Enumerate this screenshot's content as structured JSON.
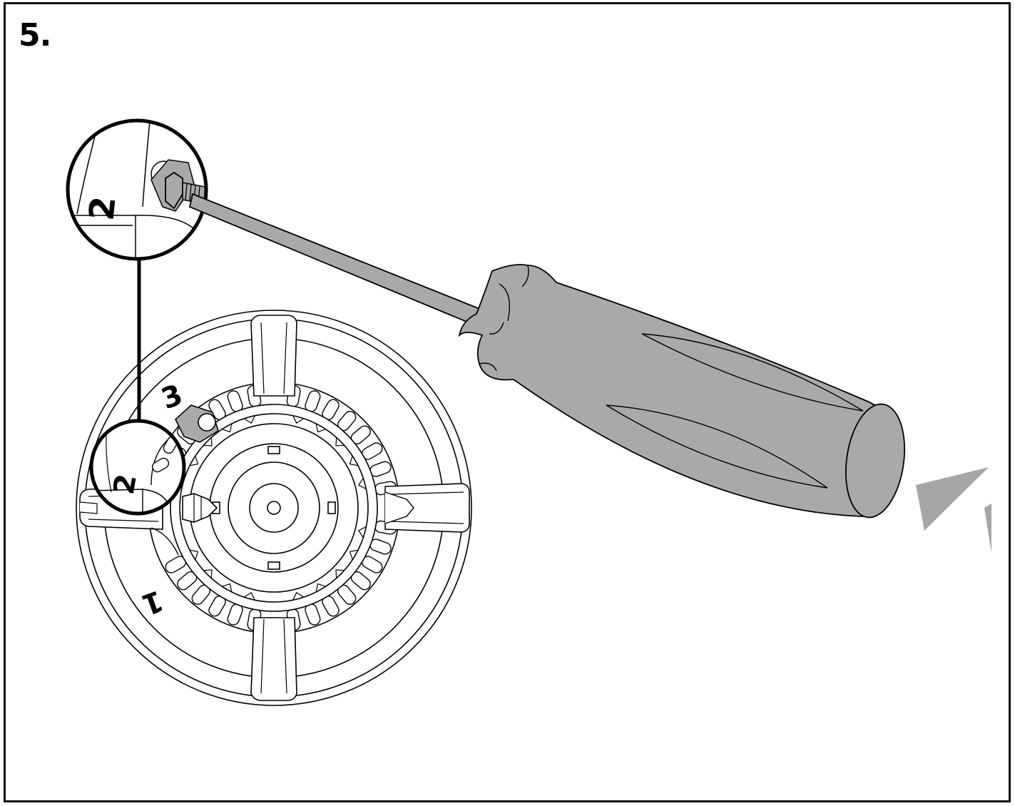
{
  "step": {
    "number": "5."
  },
  "detail": {
    "label": "2"
  },
  "burner": {
    "labels": {
      "position_1": "1",
      "position_2": "2",
      "position_3": "3"
    }
  },
  "colors": {
    "tool_gray": "#a9a9a9",
    "arrow_gray": "#a6a6a6",
    "line": "#000000",
    "background": "#ffffff"
  },
  "icons": {
    "tool": "screwdriver-icon",
    "direction": "rotate-direction-arrow-icon",
    "screw": "screw-icon"
  }
}
